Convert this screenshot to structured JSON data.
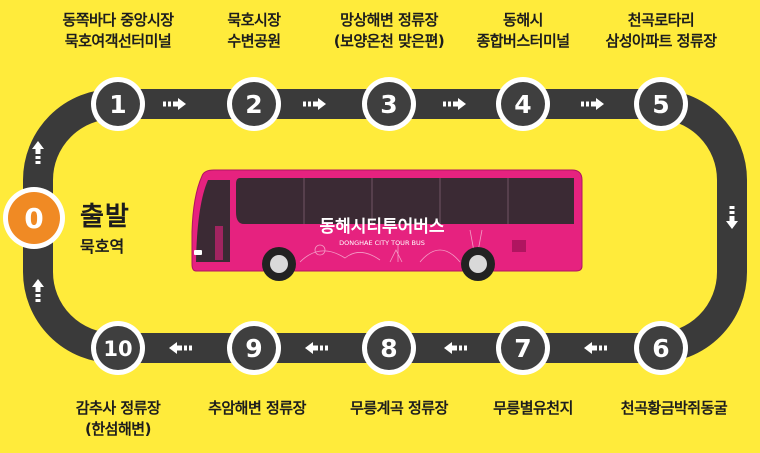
{
  "start": {
    "number": "0",
    "title": "출발",
    "station": "묵호역"
  },
  "stops": [
    {
      "number": "1",
      "lines": [
        "동쪽바다 중앙시장",
        "묵호여객선터미널"
      ]
    },
    {
      "number": "2",
      "lines": [
        "묵호시장",
        "수변공원"
      ]
    },
    {
      "number": "3",
      "lines": [
        "망상해변 정류장",
        "(보양온천 맞은편)"
      ]
    },
    {
      "number": "4",
      "lines": [
        "동해시",
        "종합버스터미널"
      ]
    },
    {
      "number": "5",
      "lines": [
        "천곡로타리",
        "삼성아파트 정류장"
      ]
    },
    {
      "number": "6",
      "lines": [
        "천곡황금박쥐동굴"
      ]
    },
    {
      "number": "7",
      "lines": [
        "무릉별유천지"
      ]
    },
    {
      "number": "8",
      "lines": [
        "무릉계곡 정류장"
      ]
    },
    {
      "number": "9",
      "lines": [
        "추암해변 정류장"
      ]
    },
    {
      "number": "10",
      "lines": [
        "감추사 정류장",
        "(한섬해변)"
      ]
    }
  ],
  "bus": {
    "name": "동해시티투어버스",
    "subname": "DONGHAE CITY TOUR BUS",
    "color": "#E6227F"
  },
  "colors": {
    "background": "#FFEB3B",
    "road": "#3A3A3A",
    "start_circle": "#F08A24",
    "stop_circle": "#3F3F3F",
    "arrow": "#FFFFFF"
  }
}
